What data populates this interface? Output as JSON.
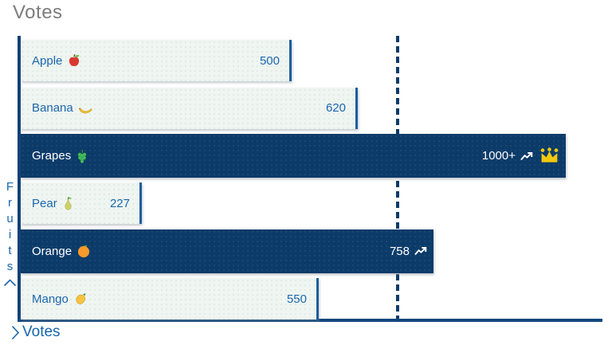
{
  "title": "Votes",
  "y_axis": {
    "label": "Fruits",
    "scroll_hint_icon": "chevron-up-icon"
  },
  "x_axis": {
    "label": "Votes",
    "expand_icon": "chevron-right-icon"
  },
  "chart_data": {
    "type": "bar",
    "orientation": "horizontal",
    "title": "Votes",
    "xlabel": "Votes",
    "ylabel": "Fruits",
    "xlim": [
      0,
      1067
    ],
    "grid": false,
    "legend": "none",
    "reference_line_value": 690,
    "reference_line_style": "dashed",
    "categories": [
      "Apple",
      "Banana",
      "Grapes",
      "Pear",
      "Orange",
      "Mango"
    ],
    "values": [
      500,
      620,
      1000,
      227,
      758,
      550
    ],
    "bars": [
      {
        "category": "Apple",
        "icon": "apple-icon",
        "value": 500,
        "value_label": "500",
        "highlighted": false
      },
      {
        "category": "Banana",
        "icon": "banana-icon",
        "value": 620,
        "value_label": "620",
        "highlighted": false
      },
      {
        "category": "Grapes",
        "icon": "grapes-icon",
        "value": 1000,
        "value_label": "1000+",
        "highlighted": true,
        "trend_icon": "trend-up-icon",
        "winner_icon": "crown-icon"
      },
      {
        "category": "Pear",
        "icon": "pear-icon",
        "value": 227,
        "value_label": "227",
        "highlighted": false
      },
      {
        "category": "Orange",
        "icon": "orange-icon",
        "value": 758,
        "value_label": "758",
        "highlighted": true,
        "trend_icon": "trend-up-icon"
      },
      {
        "category": "Mango",
        "icon": "mango-icon",
        "value": 550,
        "value_label": "550",
        "highlighted": false
      }
    ]
  },
  "colors": {
    "highlight_bar": "#0C3B69",
    "bar_background": "#EFF5F1",
    "bar_border": "#1A5E9E",
    "text_blue": "#1B66AD",
    "title_gray": "#7C7C7C",
    "crown_gold": "#F2C80F",
    "axis_line": "#11477E",
    "value_text_on_dark": "#FFFFFF"
  }
}
